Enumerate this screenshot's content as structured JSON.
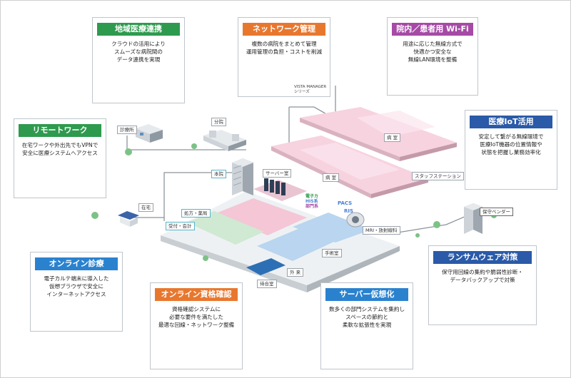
{
  "boxes": {
    "regional": {
      "title": "地域医療連携",
      "lines": [
        "クラウドの活用により",
        "スムーズな病院間の",
        "データ連携を実現"
      ],
      "color": "#2e9a4e"
    },
    "network": {
      "title": "ネットワーク管理",
      "lines": [
        "複数の病院をまとめて管理",
        "運用管理の負担・コストを削減"
      ],
      "color": "#e8772e"
    },
    "wifi": {
      "title": "院内／患者用 Wi-Fi",
      "lines": [
        "用途に応じた無線方式で",
        "快適かつ安全な",
        "無線LAN環境を整備"
      ],
      "color": "#a64aa6"
    },
    "remote": {
      "title": "リモートワーク",
      "lines": [
        "在宅ワークや外出先でもVPNで",
        "安全に医療システムへアクセス"
      ],
      "color": "#2e9a4e"
    },
    "iot": {
      "title": "医療IoT活用",
      "lines": [
        "安定して繋がる無線環境で",
        "医療IoT機器の位置情報や",
        "状態を把握し業務効率化"
      ],
      "color": "#2a5aa8"
    },
    "online_exam": {
      "title": "オンライン診療",
      "lines": [
        "電子カルテ端末に導入した",
        "仮想ブラウザで安全に",
        "インターネットアクセス"
      ],
      "color": "#2a82cf"
    },
    "qualification": {
      "title": "オンライン資格確認",
      "lines": [
        "資格確認システムに",
        "必要な要件を満たした",
        "最適な回線・ネットワーク整備"
      ],
      "color": "#e8772e"
    },
    "virtualization": {
      "title": "サーバー仮想化",
      "lines": [
        "数多くの部門システムを集約し",
        "スペースの節約と",
        "柔軟な拡張性を実現"
      ],
      "color": "#2a82cf"
    },
    "ransomware": {
      "title": "ランサムウェア対策",
      "lines": [
        "保守用回線の集約や脆弱性診断・",
        "データバックアップで対策"
      ],
      "color": "#2a5aa8"
    }
  },
  "vista_label": [
    "VISTA MANAGER",
    "シリーズ"
  ],
  "labels": {
    "clinic": "診療所",
    "branch": "分院",
    "main": "本院",
    "home": "在宅",
    "server_room": "サーバー室",
    "ward1": "病 室",
    "ward2": "病 室",
    "staff_station": "スタッフステーション",
    "pharmacy": "処方・薬局",
    "reception": "受付・会計",
    "mri": "MRI・放射線科",
    "surgery": "手術室",
    "outpatient": "外 来",
    "waiting": "待合室",
    "vendor": "保守ベンダー",
    "pacs": "PACS",
    "ris": "RIS",
    "his1": "電子カ",
    "his2": "HIS系",
    "his3": "部門系"
  }
}
